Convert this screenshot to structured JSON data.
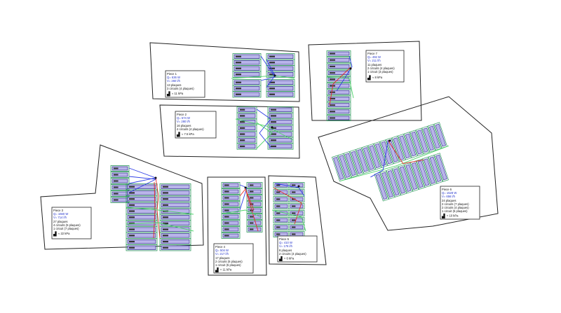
{
  "colors": {
    "outline": "#222222",
    "module_fill": "#b9b4ea",
    "module_stroke": "#2b2b8c",
    "grid": "#2e9a5e",
    "wire_blue": "#2f3ee6",
    "wire_red": "#e32a2a",
    "wire_green": "#4fd36a",
    "label_black": "#111111",
    "label_blue": "#2233cc"
  },
  "rooms": [
    {
      "id": "piece1",
      "title": "Piece 1",
      "power": "Q= 636 W",
      "flow": "V= 260 l/h",
      "plates": "13 plaques",
      "circuits": [
        "3 circuits (4 plaques)"
      ],
      "pressure": "≈ 11 kPa"
    },
    {
      "id": "piece2",
      "title": "Piece 2",
      "power": "Q= 574 W",
      "flow": "V= 280 l/h",
      "plates": "16 plaques",
      "circuits": [
        "4 circuits (4 plaques)"
      ],
      "pressure": "≈ 7.5 kPa"
    },
    {
      "id": "piece3",
      "title": "Piece 3",
      "power": "Q= 1660 W",
      "flow": "V= 714 l/h",
      "plates": "27 plaques",
      "circuits": [
        "4 circuits (5 plaques)",
        "1 circuit (7 plaques)"
      ],
      "pressure": "≈ 22 kPa"
    },
    {
      "id": "piece4",
      "title": "Piece 4",
      "power": "Q= 504 W",
      "flow": "V= 217 l/h",
      "plates": "17 plaques",
      "circuits": [
        "2 circuits (6 plaques)",
        "1 circuit (5 plaques)"
      ],
      "pressure": "≈ 11 kPa"
    },
    {
      "id": "piece5",
      "title": "Piece 5",
      "power": "Q= 410 W",
      "flow": "V= 176 l/h",
      "plates": "8 plaques",
      "circuits": [
        "2 circuits (4 plaques)"
      ],
      "pressure": "≈ 6 kPa"
    },
    {
      "id": "piece6",
      "title": "Piece 6",
      "power": "Q= 1528 W",
      "flow": "V= 656 l/h",
      "plates": "24 plaques",
      "circuits": [
        "2 circuits (7 plaques)",
        "2 circuits (4 plaques)",
        "1 circuit (5 plaques)"
      ],
      "pressure": "≈ 10 kPa"
    },
    {
      "id": "piece7",
      "title": "Piece 7",
      "power": "Q= 492 W",
      "flow": "V= 211 l/h",
      "plates": "11 plaques",
      "circuits": [
        "2 circuits (4 plaques)",
        "1 circuit (3 plaques)"
      ],
      "pressure": "≈ 8 kPa"
    }
  ]
}
